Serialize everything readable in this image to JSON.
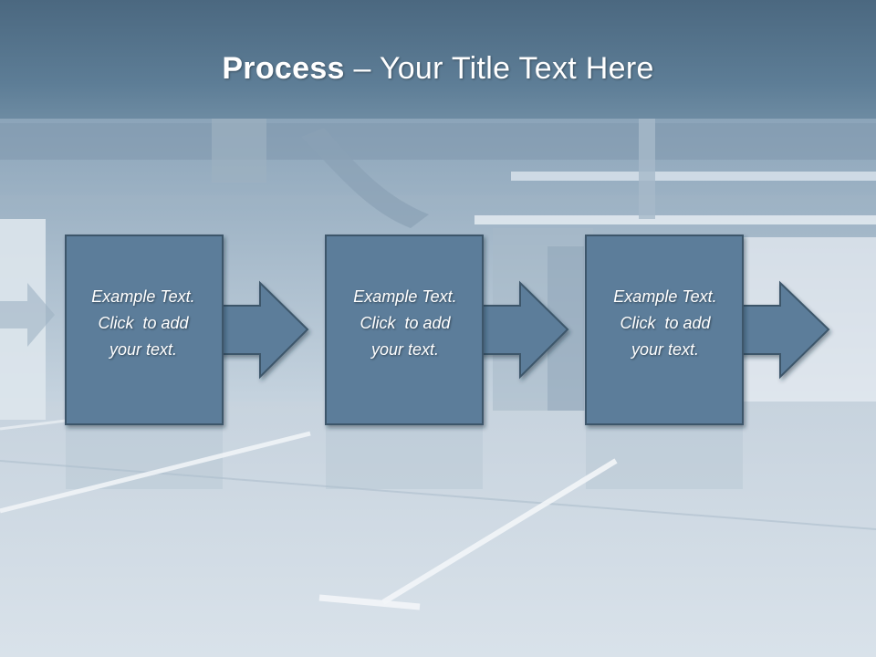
{
  "slide": {
    "title_bold": "Process",
    "title_rest": " – Your Title Text Here"
  },
  "steps": [
    {
      "line1": "Example Text.",
      "line2": "Click  to add",
      "line3": "your text."
    },
    {
      "line1": "Example Text.",
      "line2": "Click  to add",
      "line3": "your text."
    },
    {
      "line1": "Example Text.",
      "line2": "Click  to add",
      "line3": "your text."
    }
  ],
  "colors": {
    "header": "#5d7d96",
    "box_fill": "#5b7d9a",
    "box_border": "#3d566b",
    "text": "#ffffff"
  }
}
